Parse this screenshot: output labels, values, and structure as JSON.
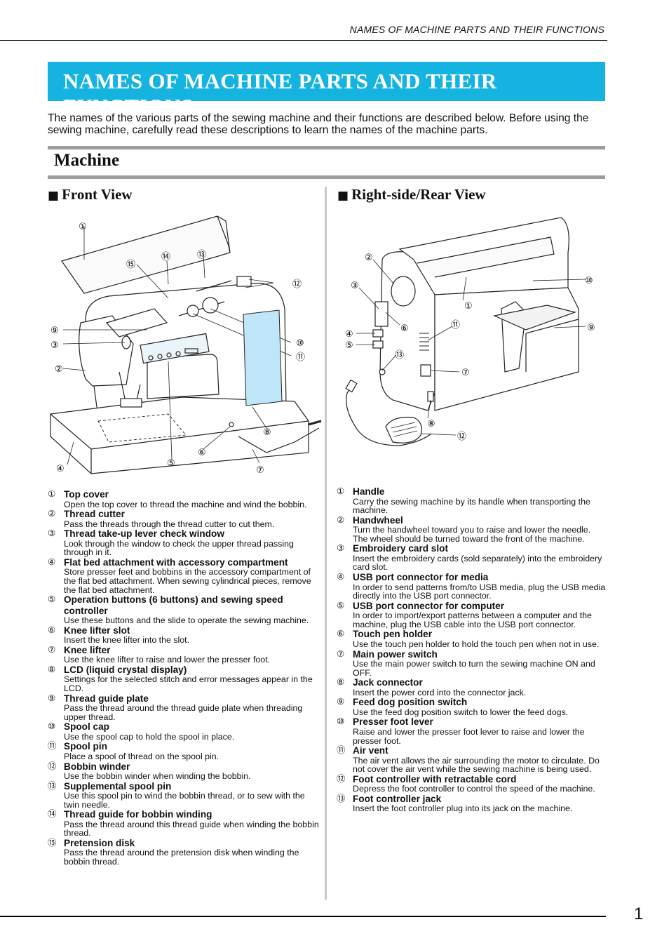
{
  "header": {
    "running_title": "NAMES OF MACHINE PARTS AND THEIR FUNCTIONS"
  },
  "title": "NAMES OF MACHINE PARTS AND THEIR FUNCTIONS",
  "intro": "The names of the various parts of the sewing machine and their functions are described below. Before using the sewing machine, carefully read these descriptions to learn the names of the machine parts.",
  "section": {
    "title": "Machine",
    "heading_marker": "■"
  },
  "front_view": {
    "heading": "Front View",
    "parts": [
      {
        "num": "①",
        "name": "Top cover",
        "desc": "Open the top cover to thread the machine and wind the bobbin."
      },
      {
        "num": "②",
        "name": "Thread cutter",
        "desc": "Pass the threads through the thread cutter to cut them."
      },
      {
        "num": "③",
        "name": "Thread take-up lever check window",
        "desc": "Look through the window to check the upper thread passing through in it."
      },
      {
        "num": "④",
        "name": "Flat bed attachment with accessory compartment",
        "desc": "Store presser feet and bobbins in the accessory compartment of the flat bed attachment. When sewing cylindrical pieces, remove the flat bed attachment."
      },
      {
        "num": "⑤",
        "name": "Operation buttons (6 buttons) and sewing speed controller",
        "desc": "Use these buttons and the slide to operate the sewing machine."
      },
      {
        "num": "⑥",
        "name": "Knee lifter slot",
        "desc": "Insert the knee lifter into the slot."
      },
      {
        "num": "⑦",
        "name": "Knee lifter",
        "desc": "Use the knee lifter to raise and lower the presser foot."
      },
      {
        "num": "⑧",
        "name": "LCD (liquid crystal display)",
        "desc": "Settings for the selected stitch and error messages appear in the LCD."
      },
      {
        "num": "⑨",
        "name": "Thread guide plate",
        "desc": "Pass the thread around the thread guide plate when threading upper thread."
      },
      {
        "num": "⑩",
        "name": "Spool cap",
        "desc": "Use the spool cap to hold the spool in place."
      },
      {
        "num": "⑪",
        "name": "Spool pin",
        "desc": "Place a spool of thread on the spool pin."
      },
      {
        "num": "⑫",
        "name": "Bobbin winder",
        "desc": "Use the bobbin winder when winding the bobbin."
      },
      {
        "num": "⑬",
        "name": "Supplemental spool pin",
        "desc": "Use this spool pin to wind the bobbin thread, or to sew with the twin needle."
      },
      {
        "num": "⑭",
        "name": "Thread guide for bobbin winding",
        "desc": "Pass the thread around this thread guide when winding the bobbin thread."
      },
      {
        "num": "⑮",
        "name": "Pretension disk",
        "desc": "Pass the thread around the pretension disk when winding the bobbin thread."
      }
    ]
  },
  "rear_view": {
    "heading": "Right-side/Rear View",
    "parts": [
      {
        "num": "①",
        "name": "Handle",
        "desc": "Carry the sewing machine by its handle when transporting the machine."
      },
      {
        "num": "②",
        "name": "Handwheel",
        "desc": "Turn the handwheel toward you to raise and lower the needle. The wheel should be turned toward the front of the machine."
      },
      {
        "num": "③",
        "name": "Embroidery card slot",
        "desc": "Insert the embroidery cards (sold separately) into the embroidery card slot."
      },
      {
        "num": "④",
        "name": "USB port connector for media",
        "desc": "In order to send patterns from/to USB media, plug the USB media directly into the USB port connector."
      },
      {
        "num": "⑤",
        "name": "USB port connector for computer",
        "desc": "In order to import/export patterns between a computer and the machine, plug the USB cable into the USB port connector."
      },
      {
        "num": "⑥",
        "name": "Touch pen holder",
        "desc": "Use the touch pen holder to hold the touch pen when not in use."
      },
      {
        "num": "⑦",
        "name": "Main power switch",
        "desc": "Use the main power switch to turn the sewing machine ON and OFF."
      },
      {
        "num": "⑧",
        "name": "Jack connector",
        "desc": "Insert the power cord into the connector jack."
      },
      {
        "num": "⑨",
        "name": "Feed dog position switch",
        "desc": "Use the feed dog position switch to lower the feed dogs."
      },
      {
        "num": "⑩",
        "name": "Presser foot lever",
        "desc": "Raise and lower the presser foot lever to raise and lower the presser foot."
      },
      {
        "num": "⑪",
        "name": "Air vent",
        "desc": "The air vent allows the air surrounding the motor to circulate. Do not cover the air vent while the sewing machine is being used."
      },
      {
        "num": "⑫",
        "name": "Foot controller with retractable cord",
        "desc": "Depress the foot controller to control the speed of the machine."
      },
      {
        "num": "⑬",
        "name": "Foot controller jack",
        "desc": "Insert the foot controller plug into its jack on the machine."
      }
    ]
  },
  "front_callouts": [
    "①",
    "②",
    "③",
    "④",
    "⑤",
    "⑥",
    "⑦",
    "⑧",
    "⑨",
    "⑩",
    "⑪",
    "⑫",
    "⑬",
    "⑭",
    "⑮"
  ],
  "rear_callouts": [
    "①",
    "②",
    "③",
    "④",
    "⑤",
    "⑥",
    "⑦",
    "⑧",
    "⑨",
    "⑩",
    "⑪",
    "⑫",
    "⑬"
  ],
  "colors": {
    "title_bar": "#14b3e0",
    "section_rule": "#9c9c9c",
    "lcd": "#bfe6f8"
  },
  "footer": {
    "page_number": "1"
  }
}
